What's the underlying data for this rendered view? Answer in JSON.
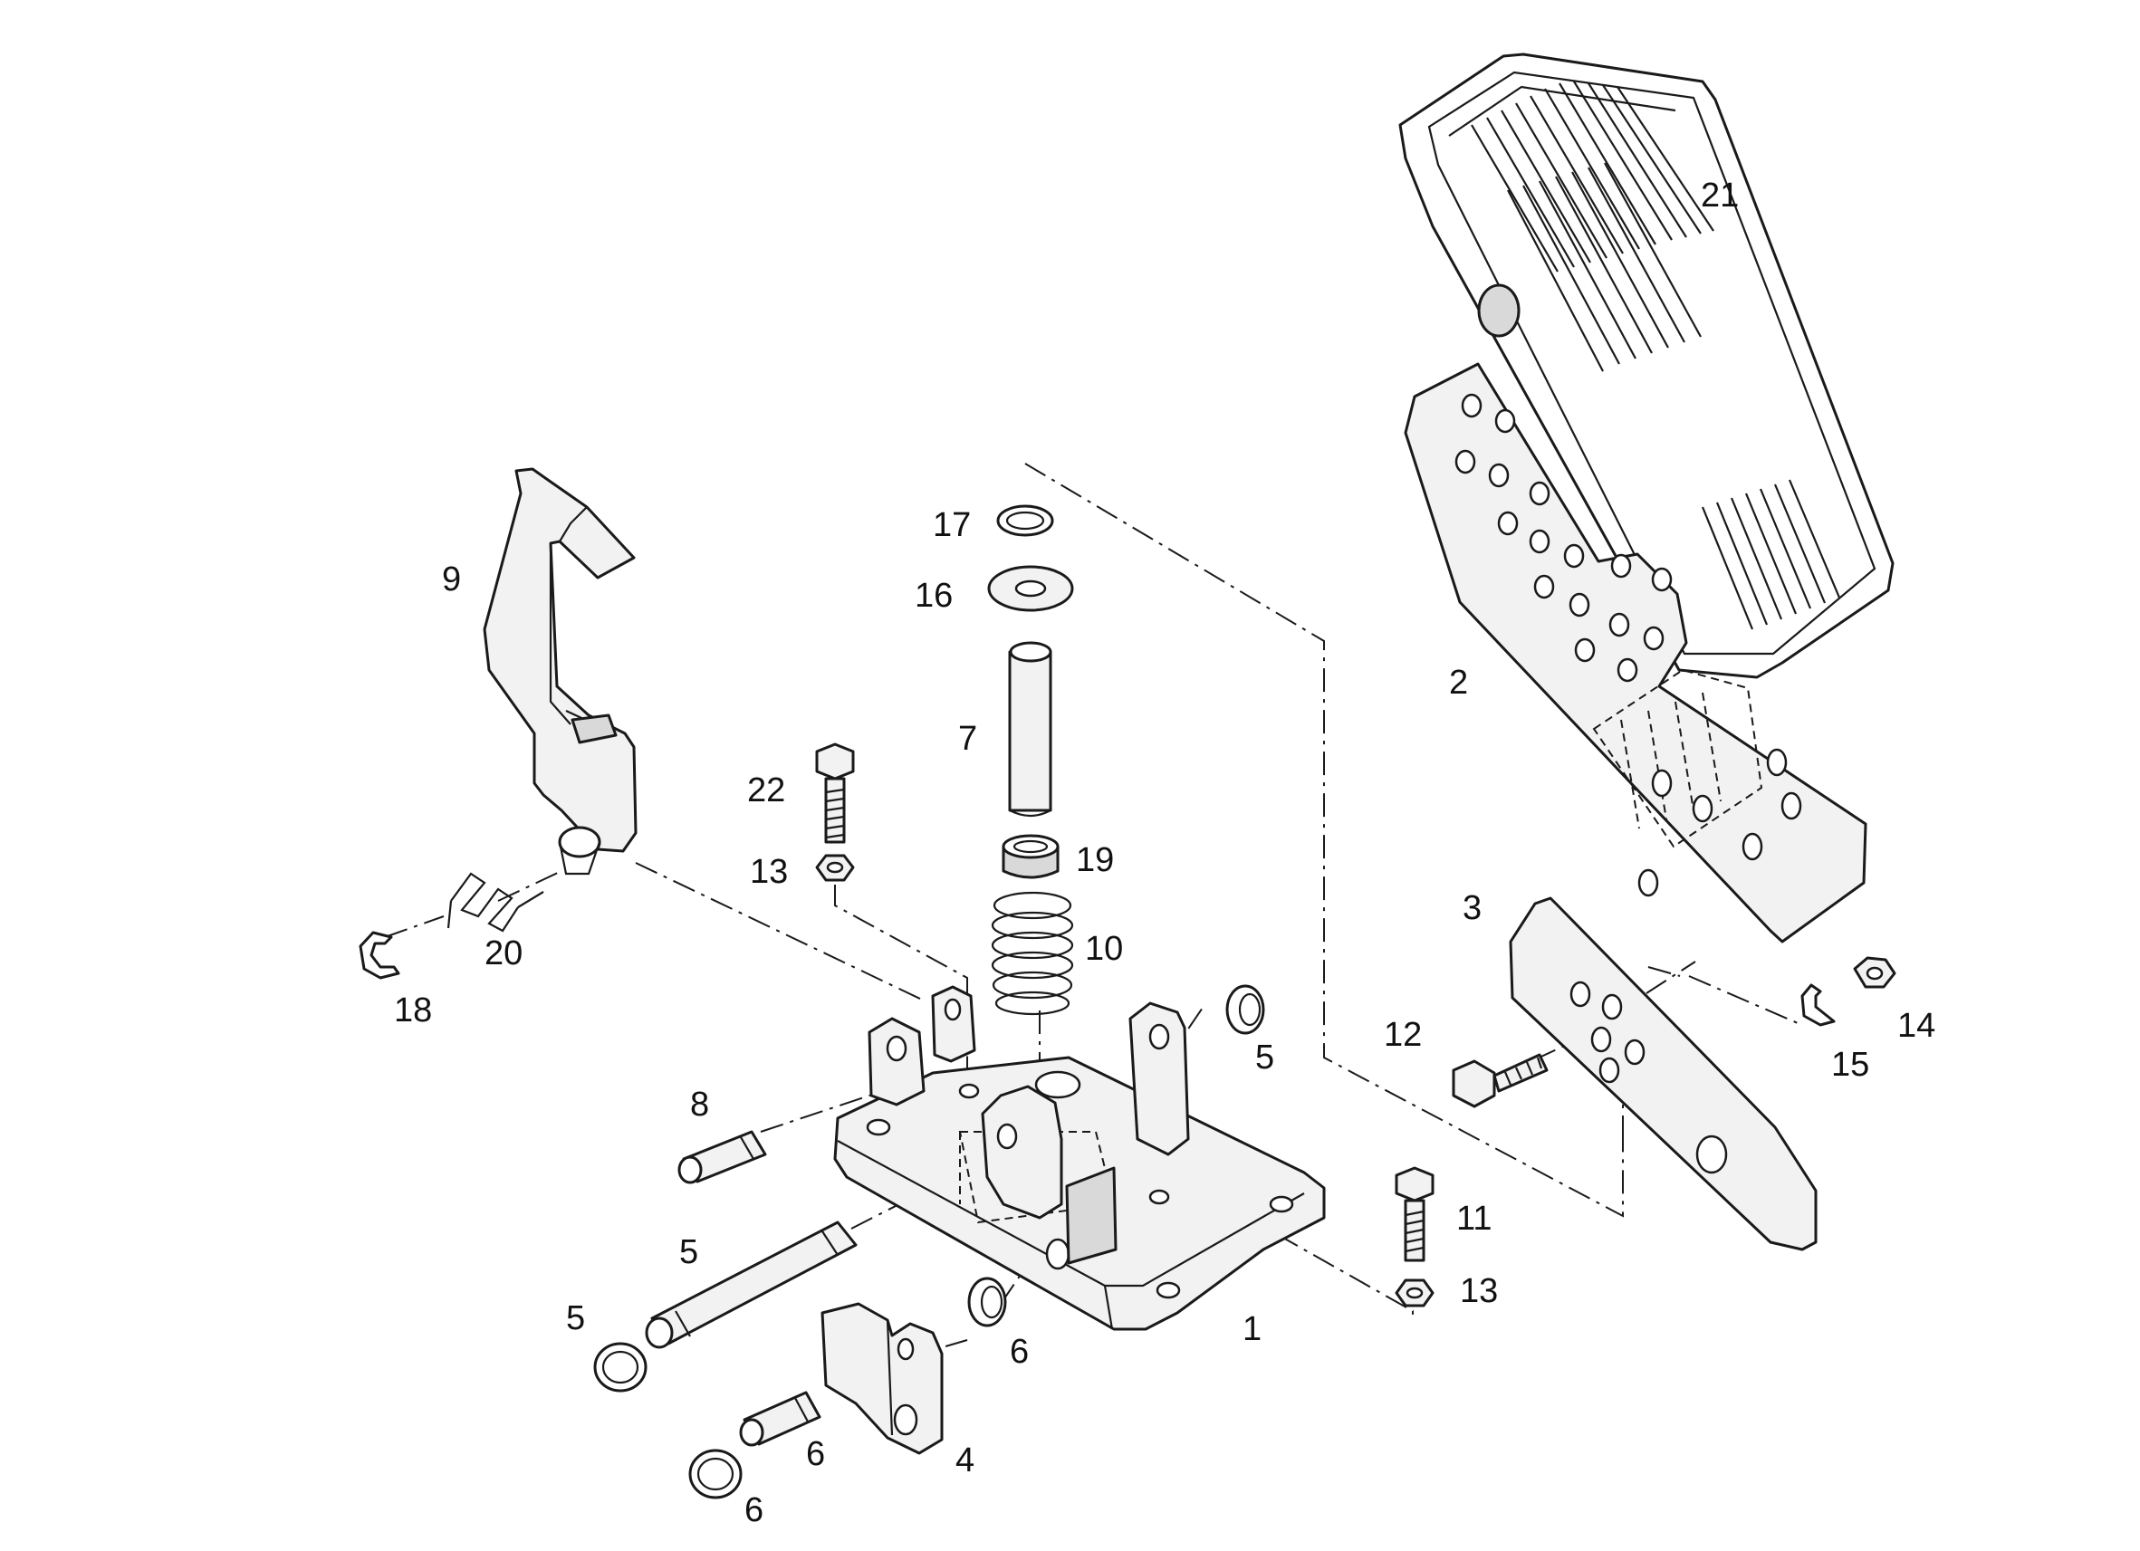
{
  "callouts": {
    "c1": "1",
    "c2": "2",
    "c3": "3",
    "c4": "4",
    "c5_right": "5",
    "c5_shaft": "5",
    "c5_left": "5",
    "c6_ring": "6",
    "c6_pin": "6",
    "c6_bottom": "6",
    "c7": "7",
    "c8": "8",
    "c9": "9",
    "c10": "10",
    "c11": "11",
    "c12": "12",
    "c13_upper": "13",
    "c13_lower": "13",
    "c14": "14",
    "c15": "15",
    "c16": "16",
    "c17": "17",
    "c18": "18",
    "c19": "19",
    "c20": "20",
    "c21": "21",
    "c22": "22"
  }
}
